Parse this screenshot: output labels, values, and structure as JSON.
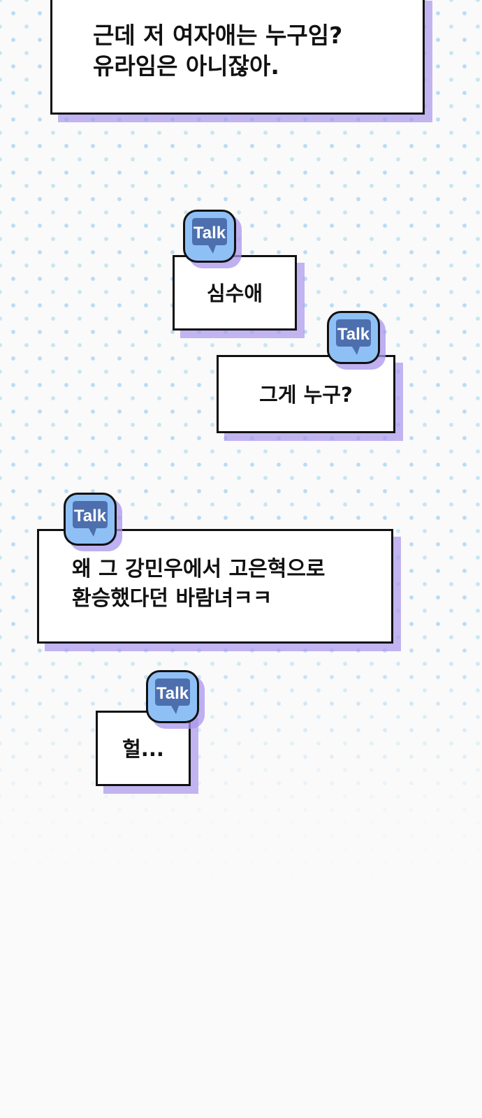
{
  "messages": [
    {
      "text": "근데 저 여자애는 누구임?\n유라임은 아니잖아."
    },
    {
      "text": "심수애",
      "icon": "talk-icon"
    },
    {
      "text": "그게 누구?",
      "icon": "talk-icon"
    },
    {
      "text": "왜 그 강민우에서 고은혁으로\n환승했다던 바람녀ㅋㅋ",
      "icon": "talk-icon"
    },
    {
      "text": "헐...",
      "icon": "talk-icon"
    }
  ],
  "icon_label": "Talk",
  "colors": {
    "background": "#fafafa",
    "dots": "#b9dcf6",
    "shadow": "#a896ec",
    "icon_fill": "#8ec0f6",
    "icon_bubble": "#4d6fae",
    "border": "#111111"
  }
}
